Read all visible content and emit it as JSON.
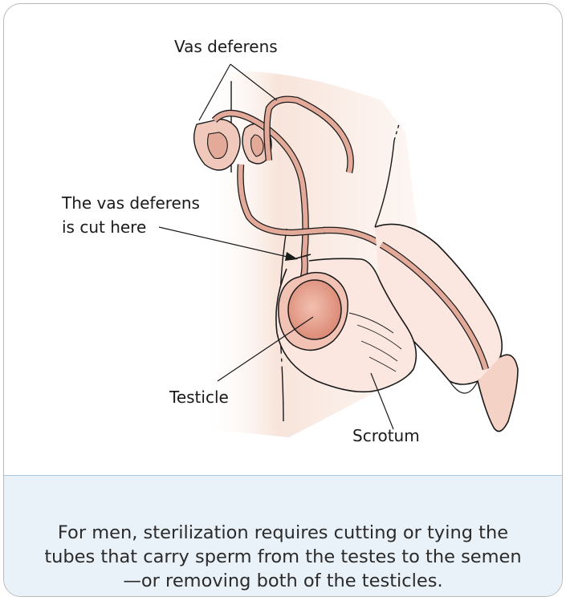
{
  "diagram": {
    "labels": {
      "vas_deferens": "Vas deferens",
      "cut_line1": "The vas deferens",
      "cut_line2": "is cut here",
      "testicle": "Testicle",
      "scrotum": "Scrotum"
    },
    "colors": {
      "skin_tint": "#f7e1d6",
      "tube_fill": "#e3a999",
      "testicle": "#e59b88",
      "outline": "#1a1a1a"
    }
  },
  "caption": {
    "text": "For men, sterilization requires cutting or tying the tubes that carry sperm from the testes to the semen—or removing both of the testicles."
  }
}
